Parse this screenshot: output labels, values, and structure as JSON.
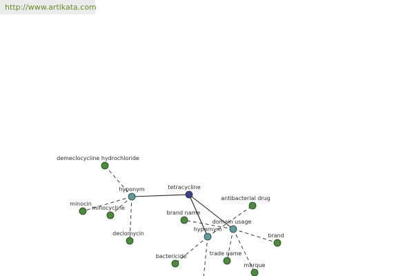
{
  "banner": {
    "url_text": "http://www.artikata.com"
  },
  "colors": {
    "hub_node": "#5f9aa0",
    "center_node": "#3a3f8f",
    "leaf_node": "#4e8a3e",
    "node_stroke": "#1e3e1e",
    "edge": "#222222"
  },
  "graph": {
    "nodes": [
      {
        "id": "tetracycline",
        "label": "tetracycline",
        "kind": "center"
      },
      {
        "id": "hyponym",
        "label": "hyponym",
        "kind": "hub"
      },
      {
        "id": "hypernym",
        "label": "hypernym",
        "kind": "hub"
      },
      {
        "id": "domain-usage",
        "label": "domain usage",
        "kind": "hub"
      },
      {
        "id": "demeclocycline",
        "label": "demeclocycline hydrochloride",
        "kind": "leaf"
      },
      {
        "id": "minocin",
        "label": "minocin",
        "kind": "leaf"
      },
      {
        "id": "minocycline",
        "label": "minocycline",
        "kind": "leaf"
      },
      {
        "id": "declomycin",
        "label": "declomycin",
        "kind": "leaf"
      },
      {
        "id": "antibacterial-drug",
        "label": "antibacterial drug",
        "kind": "leaf"
      },
      {
        "id": "brand-name",
        "label": "brand name",
        "kind": "leaf"
      },
      {
        "id": "brand",
        "label": "brand",
        "kind": "leaf"
      },
      {
        "id": "trade-name",
        "label": "trade name",
        "kind": "leaf"
      },
      {
        "id": "marque",
        "label": "marque",
        "kind": "leaf"
      },
      {
        "id": "bactericide",
        "label": "bactericide",
        "kind": "leaf"
      }
    ],
    "edges": [
      {
        "from": "tetracycline",
        "to": "hyponym",
        "style": "solid"
      },
      {
        "from": "tetracycline",
        "to": "hypernym",
        "style": "solid"
      },
      {
        "from": "tetracycline",
        "to": "domain-usage",
        "style": "solid"
      },
      {
        "from": "hyponym",
        "to": "demeclocycline",
        "style": "dashed"
      },
      {
        "from": "hyponym",
        "to": "minocin",
        "style": "dashed"
      },
      {
        "from": "hyponym",
        "to": "minocycline",
        "style": "dashed"
      },
      {
        "from": "hyponym",
        "to": "declomycin",
        "style": "dashed"
      },
      {
        "from": "hypernym",
        "to": "antibacterial-drug",
        "style": "dashed"
      },
      {
        "from": "hypernym",
        "to": "bactericide",
        "style": "dashed"
      },
      {
        "from": "hypernym",
        "to": "offscreen",
        "style": "dashed"
      },
      {
        "from": "domain-usage",
        "to": "brand-name",
        "style": "dashed"
      },
      {
        "from": "domain-usage",
        "to": "brand",
        "style": "dashed"
      },
      {
        "from": "domain-usage",
        "to": "trade-name",
        "style": "dashed"
      },
      {
        "from": "domain-usage",
        "to": "marque",
        "style": "dashed"
      }
    ]
  }
}
